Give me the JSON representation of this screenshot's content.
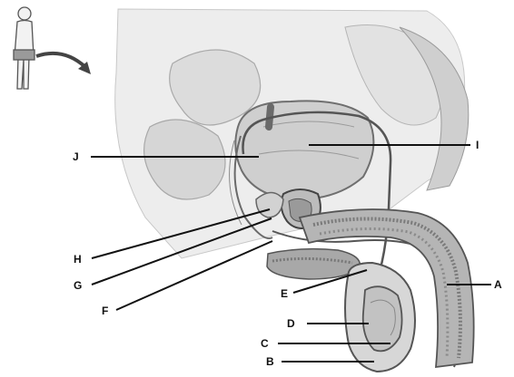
{
  "labels": {
    "A": "A",
    "B": "B",
    "C": "C",
    "D": "D",
    "E": "E",
    "F": "F",
    "G": "G",
    "H": "H",
    "I": "I",
    "J": "J"
  },
  "icons": {
    "orientation_figure": "human-figure-icon",
    "orientation_arrow": "curved-arrow-icon"
  },
  "colors": {
    "background": "#ffffff",
    "tissue_light": "#e6e6e6",
    "tissue_mid": "#bdbdbd",
    "tissue_dark": "#8a8a8a",
    "outline": "#333333",
    "leader": "#111111"
  }
}
